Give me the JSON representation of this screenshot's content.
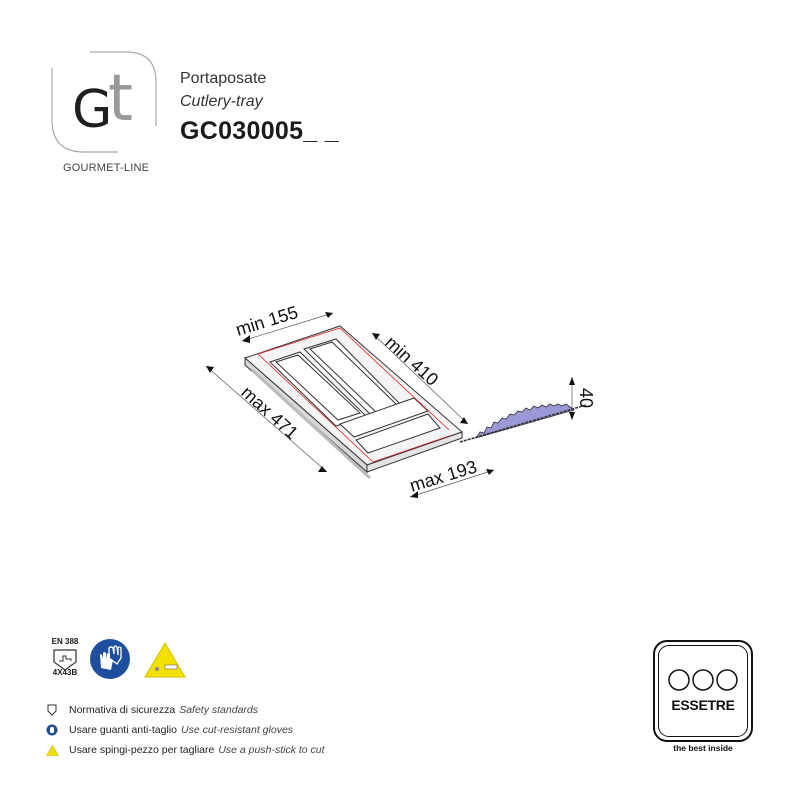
{
  "brand": {
    "logo_letters": [
      "G",
      "t"
    ],
    "line_name": "GOURMET-LINE"
  },
  "product": {
    "name_it": "Portaposate",
    "name_en": "Cutlery-tray",
    "code": "GC030005_ _"
  },
  "drawing": {
    "dimensions": {
      "width_min": "min 155",
      "width_max": "max 193",
      "length_min": "min 410",
      "length_max": "max 471",
      "height": "40"
    },
    "colors": {
      "cut_line": "#e02020",
      "saw_blade": "#9b98d8",
      "outline": "#333333"
    }
  },
  "safety": {
    "en388_label": "EN 388",
    "en388_rating": "4X43B",
    "glove_icon_color": "#1e4e9e",
    "warning_icon_color": "#f2e000",
    "legend": [
      {
        "icon": "en388-shield-icon",
        "label_it": "Normativa di sicurezza",
        "label_en": "Safety standards"
      },
      {
        "icon": "gloves-icon",
        "label_it": "Usare guanti anti-taglio",
        "label_en": "Use cut-resistant gloves"
      },
      {
        "icon": "push-stick-warning-icon",
        "label_it": "Usare spingi-pezzo per tagliare",
        "label_en": "Use a push-stick to cut"
      }
    ]
  },
  "maker": {
    "name": "ESSETRE",
    "tagline": "the best inside"
  }
}
